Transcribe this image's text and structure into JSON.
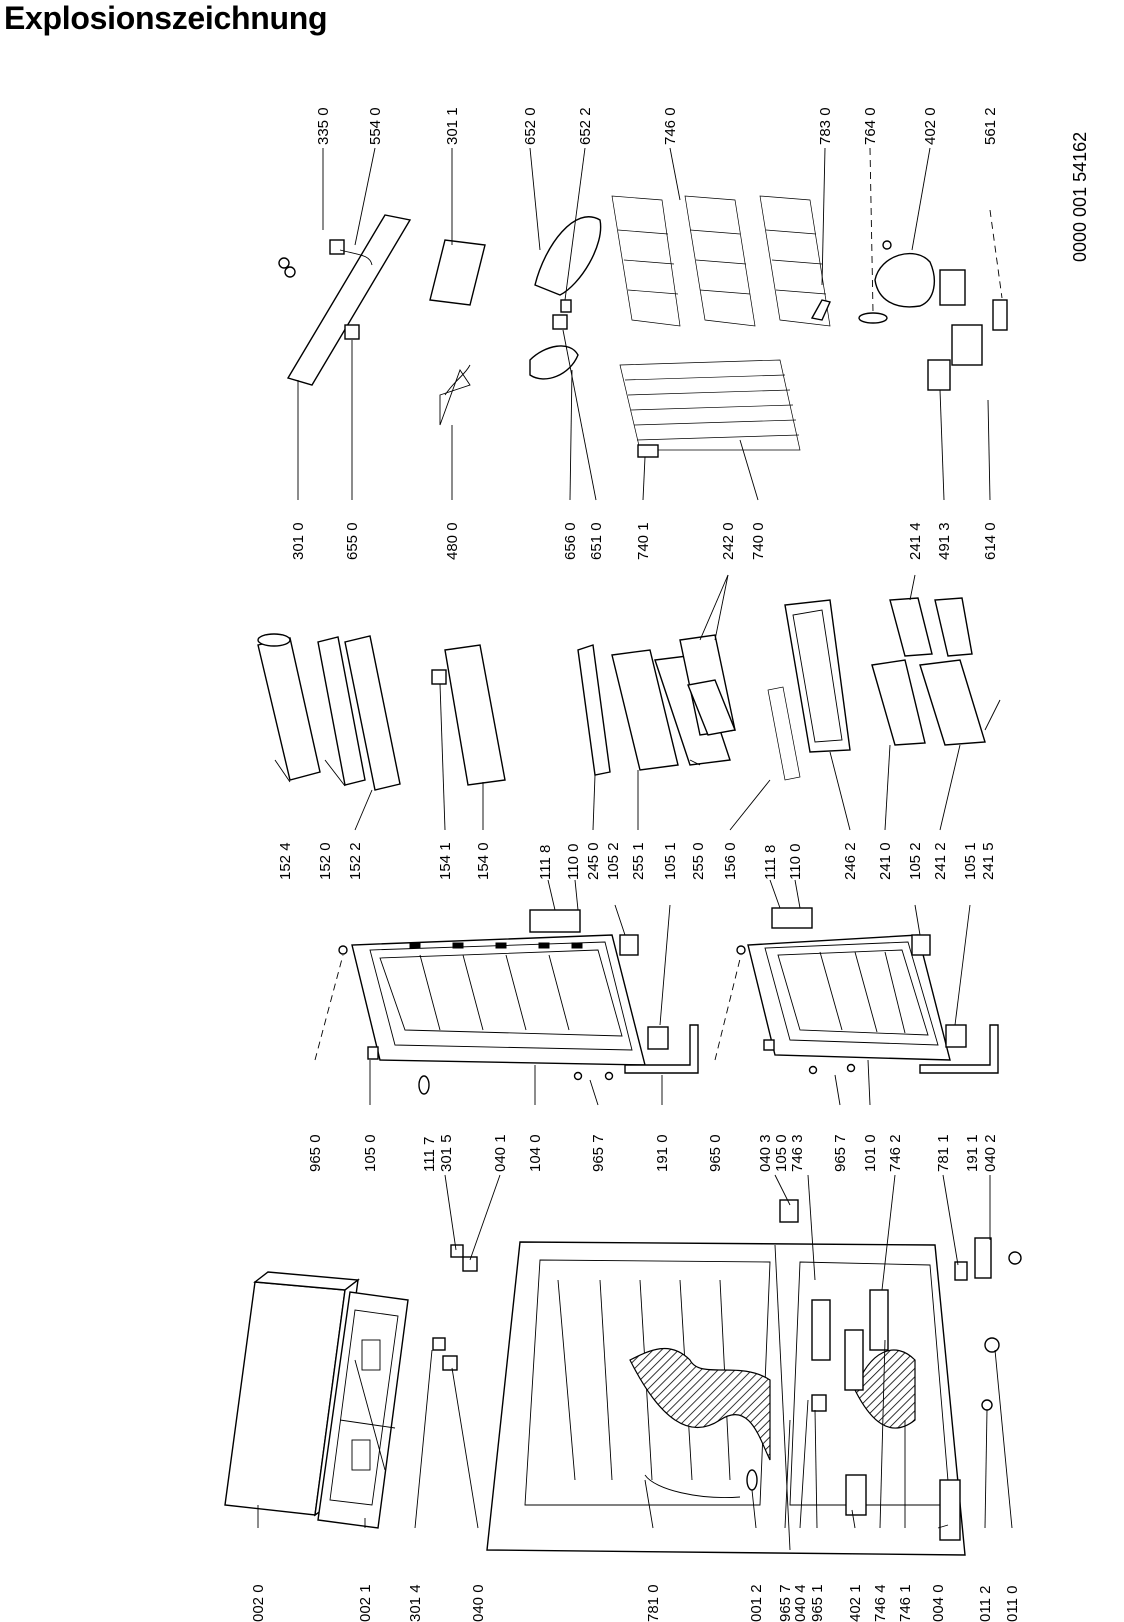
{
  "title": "Explosionszeichnung",
  "doc_number": "0000 001 54162",
  "labels": {
    "l002_0": "002 0",
    "l002_1": "002 1",
    "l301_4": "301 4",
    "l040_0": "040 0",
    "l781_0": "781 0",
    "l001_2": "001 2",
    "l965_7a": "965 7",
    "l040_4": "040 4",
    "l965_1": "965 1",
    "l402_1": "402 1",
    "l746_4": "746 4",
    "l746_1": "746 1",
    "l004_0": "004 0",
    "l011_2": "011 2",
    "l011_0": "011 0",
    "l965_0a": "965 0",
    "l105_0a": "105 0",
    "l111_7": "111 7",
    "l301_5": "301 5",
    "l040_1": "040 1",
    "l104_0": "104 0",
    "l965_7b": "965 7",
    "l191_0": "191 0",
    "l965_0b": "965 0",
    "l040_3": "040 3",
    "l105_0b": "105 0",
    "l746_3": "746 3",
    "l965_7c": "965 7",
    "l101_0": "101 0",
    "l746_2": "746 2",
    "l781_1": "781 1",
    "l191_1": "191 1",
    "l040_2": "040 2",
    "l152_4": "152 4",
    "l152_0": "152 0",
    "l152_2": "152 2",
    "l154_1": "154 1",
    "l154_0": "154 0",
    "l111_8a": "111 8",
    "l110_0a": "110 0",
    "l245_0": "245 0",
    "l105_2a": "105 2",
    "l255_1": "255 1",
    "l105_1a": "105 1",
    "l255_0": "255 0",
    "l156_0": "156 0",
    "l111_8b": "111 8",
    "l110_0b": "110 0",
    "l246_2": "246 2",
    "l241_0": "241 0",
    "l105_2b": "105 2",
    "l241_2": "241 2",
    "l105_1b": "105 1",
    "l241_5": "241 5",
    "l301_0": "301 0",
    "l655_0": "655 0",
    "l480_0": "480 0",
    "l656_0": "656 0",
    "l651_0": "651 0",
    "l740_1": "740 1",
    "l242_0": "242 0",
    "l740_0": "740 0",
    "l241_4": "241 4",
    "l491_3": "491 3",
    "l614_0": "614 0",
    "l335_0": "335 0",
    "l554_0": "554 0",
    "l301_1": "301 1",
    "l652_0": "652 0",
    "l652_2": "652 2",
    "l746_0": "746 0",
    "l783_0": "783 0",
    "l764_0": "764 0",
    "l402_0": "402 0",
    "l561_2": "561 2"
  }
}
